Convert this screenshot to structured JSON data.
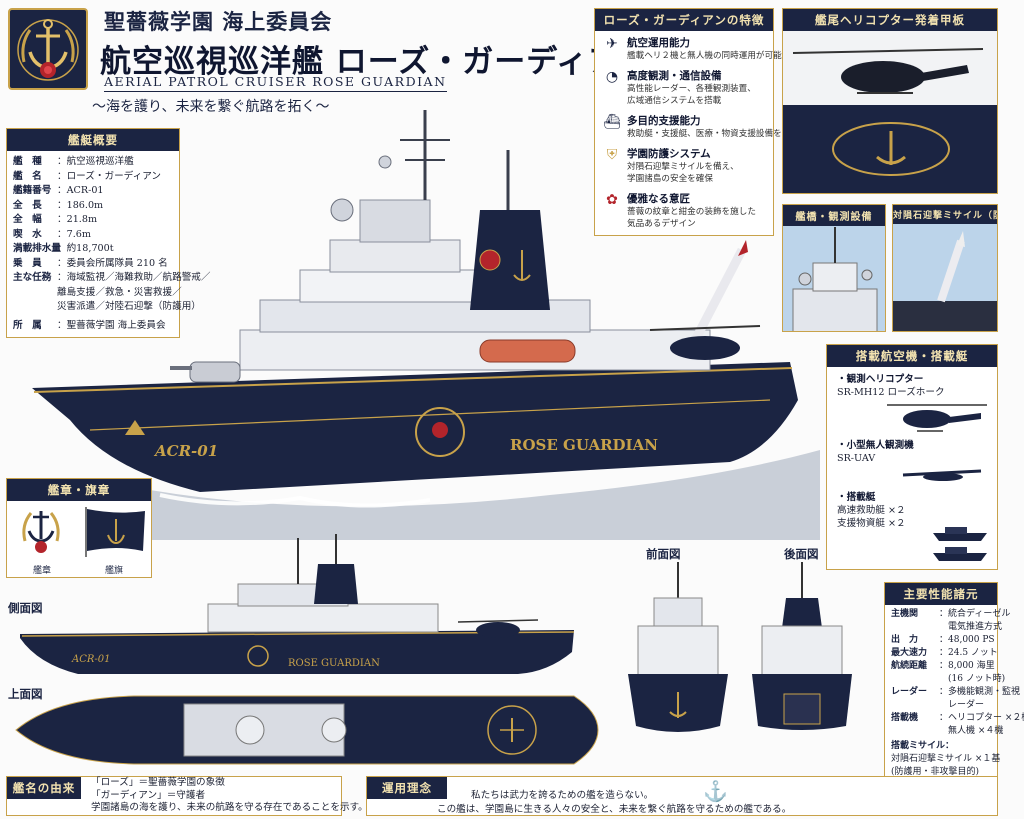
{
  "header": {
    "school": "聖薔薇学園 海上委員会",
    "title": "航空巡視巡洋艦 ローズ・ガーディアン",
    "title_en": "AERIAL PATROL CRUISER  ROSE GUARDIAN",
    "tagline": "〜海を護り、未来を繋ぐ航路を拓く〜"
  },
  "overview": {
    "title": "艦艇概要",
    "rows": [
      {
        "k": "艦　種",
        "v": "：航空巡視巡洋艦"
      },
      {
        "k": "艦　名",
        "v": "：ローズ・ガーディアン"
      },
      {
        "k": "艦籍番号",
        "v": "：ACR-01"
      },
      {
        "k": "全　長",
        "v": "：186.0m"
      },
      {
        "k": "全　幅",
        "v": "：21.8m"
      },
      {
        "k": "喫　水",
        "v": "：7.6m"
      },
      {
        "k": "満載排水量",
        "v": "：約18,700t"
      },
      {
        "k": "乗　員",
        "v": "：委員会所属隊員 210 名"
      },
      {
        "k": "主な任務",
        "v": "：海域監視／海難救助／航路警戒／"
      }
    ],
    "mission_cont": [
      "離島支援／救急・災害救援／",
      "災害派遣／対陸石迎撃（防護用）"
    ],
    "affil": {
      "k": "所　属",
      "v": "：聖薔薇学園 海上委員会"
    }
  },
  "features": {
    "title": "ローズ・ガーディアンの特徴",
    "items": [
      {
        "title": "航空運用能力",
        "desc": [
          "艦載ヘリ２機と無人機の同時運用が可能"
        ]
      },
      {
        "title": "高度観測・通信設備",
        "desc": [
          "高性能レーダー、各種観測装置、",
          "広域通信システムを搭載"
        ]
      },
      {
        "title": "多目的支援能力",
        "desc": [
          "救助艇・支援艇、医療・物資支援設備を完備"
        ]
      },
      {
        "title": "学園防護システム",
        "desc": [
          "対隕石迎撃ミサイルを備え、",
          "学園諸島の安全を確保"
        ]
      },
      {
        "title": "優雅なる意匠",
        "desc": [
          "薔薇の紋章と紺金の装飾を施した",
          "気品あるデザイン"
        ]
      }
    ]
  },
  "deck_panel": {
    "title": "艦尾ヘリコプター発着甲板"
  },
  "mast_panel": {
    "title": "艦橋・観測設備"
  },
  "missile_panel": {
    "title": "対隕石迎撃ミサイル（防護用）"
  },
  "aircraft": {
    "title": "搭載航空機・搭載艇",
    "heli": [
      "・観測ヘリコプター",
      "SR-MH12 ローズホーク"
    ],
    "uav": [
      "・小型無人観測機",
      "SR-UAV"
    ],
    "boats": [
      "・搭載艇",
      "高速救助艇 ×２",
      "支援物資艇 ×２"
    ]
  },
  "performance": {
    "title": "主要性能諸元",
    "rows": [
      {
        "k": "主機関",
        "v": "：統合ディーゼル"
      },
      {
        "k": "",
        "v": "　電気推進方式"
      },
      {
        "k": "出　力",
        "v": "：48,000 PS"
      },
      {
        "k": "最大速力",
        "v": "：24.5 ノット"
      },
      {
        "k": "航続距離",
        "v": "：8,000 海里"
      },
      {
        "k": "",
        "v": "　(16 ノット時)"
      },
      {
        "k": "レーダー",
        "v": "：多機能観測・監視"
      },
      {
        "k": "",
        "v": "　レーダー"
      },
      {
        "k": "搭載機",
        "v": "：ヘリコプター ×２機"
      },
      {
        "k": "",
        "v": "　無人機 ×４機"
      }
    ],
    "missile": [
      "搭載ミサイル：",
      "対隕石迎撃ミサイル ×１基",
      "(防護用・非攻撃目的)"
    ]
  },
  "insignia": {
    "title": "艦章・旗章",
    "emblem_label": "艦章",
    "flag_label": "艦旗"
  },
  "views": {
    "side": "側面図",
    "top": "上面図",
    "front": "前面図",
    "rear": "後面図"
  },
  "hull": {
    "number": "ACR-01",
    "name": "ROSE GUARDIAN"
  },
  "name_origin": {
    "title": "艦名の由来",
    "lines": [
      "「ローズ」＝聖薔薇学園の象徴",
      "「ガーディアン」＝守護者",
      "学園諸島の海を護り、未来の航路を守る存在であることを示す。"
    ]
  },
  "philosophy": {
    "title": "運用理念",
    "lines": [
      "私たちは武力を誇るための艦を造らない。",
      "この艦は、学園島に生きる人々の安全と、未来を繋ぐ航路を守るための艦である。"
    ]
  },
  "colors": {
    "navy": "#1b2442",
    "gold": "#c8a24a",
    "rose": "#b3242b"
  }
}
